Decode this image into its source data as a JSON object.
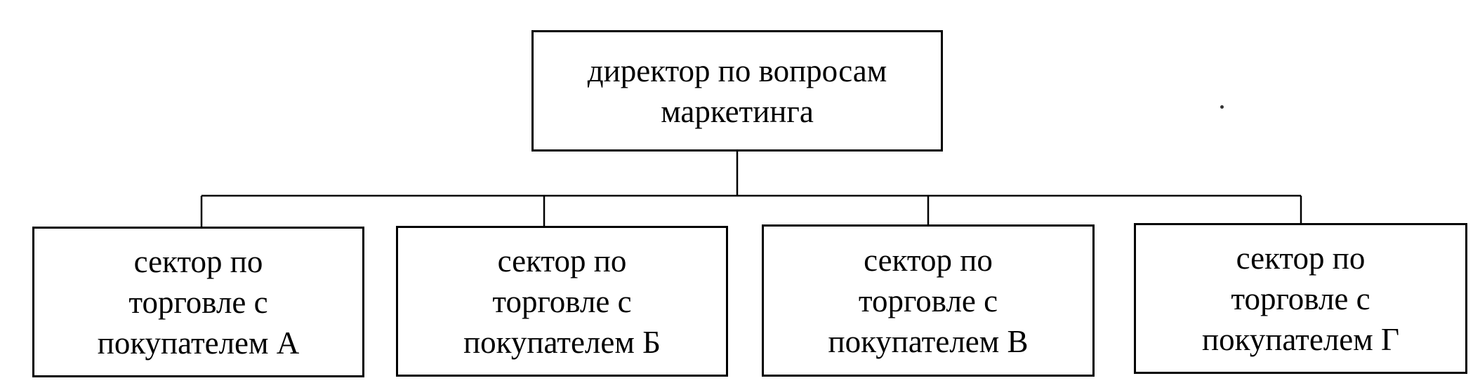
{
  "diagram": {
    "root": {
      "lines": [
        "директор по вопросам",
        "маркетинга"
      ]
    },
    "children": [
      {
        "lines": [
          "сектор по",
          "торговле с",
          "покупателем А"
        ]
      },
      {
        "lines": [
          "сектор по",
          "торговле с",
          "покупателем Б"
        ]
      },
      {
        "lines": [
          "сектор по",
          "торговле с",
          "покупателем В"
        ]
      },
      {
        "lines": [
          "сектор по",
          "торговле с",
          "покупателем Г"
        ]
      }
    ]
  },
  "colors": {
    "stroke": "#000000",
    "background": "#ffffff"
  }
}
